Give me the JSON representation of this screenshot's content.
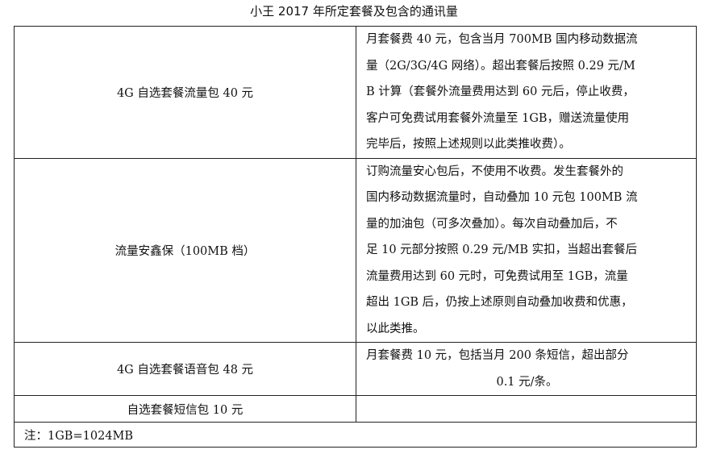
{
  "title": "小王 2017 年所定套餐及包含的通讯量",
  "rows": [
    {
      "name": "4G 自选套餐流量包 40 元",
      "desc_lines": [
        "月套餐费 40 元，包含当月 700MB 国内移动数据流",
        "量（2G/3G/4G 网络）。超出套餐后按照 0.29 元/M",
        "B 计算（套餐外流量费用达到 60 元后，停止收费，",
        "客户可免费试用套餐外流量至 1GB，赠送流量使用",
        "完毕后，按照上述规则以此类推收费）。"
      ]
    },
    {
      "name": "流量安鑫保（100MB 档）",
      "desc_lines": [
        "订购流量安心包后，不使用不收费。发生套餐外的",
        "国内移动数据流量时，自动叠加 10 元包 100MB 流",
        "量的加油包（可多次叠加）。每次自动叠加后，不",
        "足 10 元部分按照 0.29 元/MB 实扣，当超出套餐后",
        "流量费用达到 60 元时，可免费试用至 1GB，流量",
        "超出 1GB 后，仍按上述原则自动叠加收费和优惠，",
        "以此类推。"
      ]
    },
    {
      "name": "4G 自选套餐语音包 48 元",
      "desc_lines": [
        "月套餐费 10 元，包括当月 200 条短信，超出部分",
        "0.1 元/条。"
      ]
    },
    {
      "name": "自选套餐短信包 10 元",
      "desc_lines": []
    }
  ],
  "note": "注：1GB=1024MB"
}
